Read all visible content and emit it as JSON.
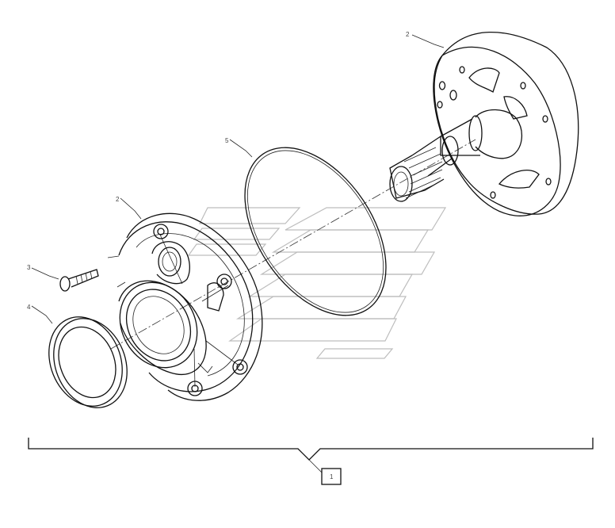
{
  "callouts": {
    "part_1_label": "1",
    "part_2_top_label": "2",
    "part_2_left_label": "2",
    "part_3_label": "3",
    "part_4_label": "4",
    "part_5_label": "5"
  },
  "colors": {
    "line": "#111111",
    "watermark": "#bdbdbd",
    "background": "#ffffff"
  }
}
